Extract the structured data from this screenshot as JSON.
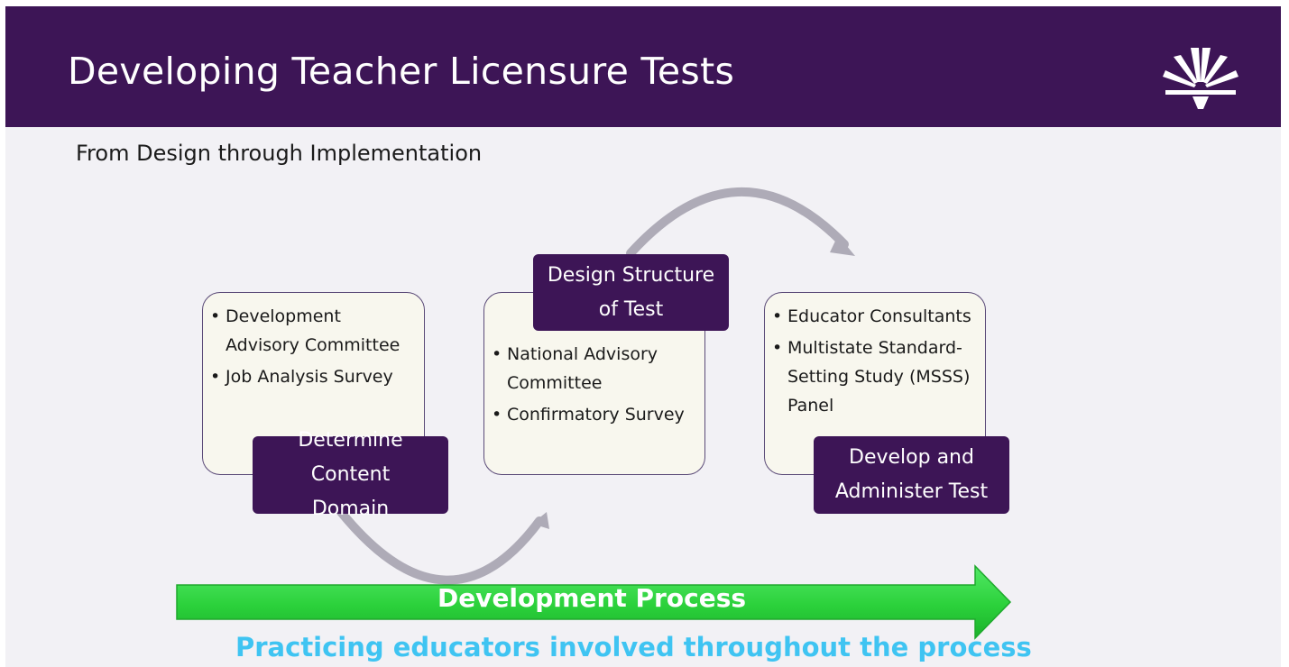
{
  "slide": {
    "title": "Developing Teacher Licensure Tests",
    "subtitle": "From Design through Implementation"
  },
  "logo": {
    "icon": "starburst-logo-icon"
  },
  "stages": [
    {
      "label": "Determine Content Domain",
      "items": [
        "Development Advisory Committee",
        "Job Analysis Survey"
      ]
    },
    {
      "label": "Design Structure of Test",
      "items": [
        "National Advisory Committee",
        "Confirmatory Survey"
      ]
    },
    {
      "label": "Develop and Administer Test",
      "items": [
        "Educator Consultants",
        "Multistate Standard-Setting Study (MSSS) Panel"
      ]
    }
  ],
  "process_arrow": {
    "label": "Development Process"
  },
  "footnote": "Practicing educators involved throughout the process",
  "colors": {
    "header": "#3d1556",
    "label_box": "#3d1556",
    "card_fill": "#f8f7ee",
    "process_arrow": "#2fd43e",
    "connector_arrow": "#aeabb7",
    "footnote_text": "#3fc4f2"
  }
}
